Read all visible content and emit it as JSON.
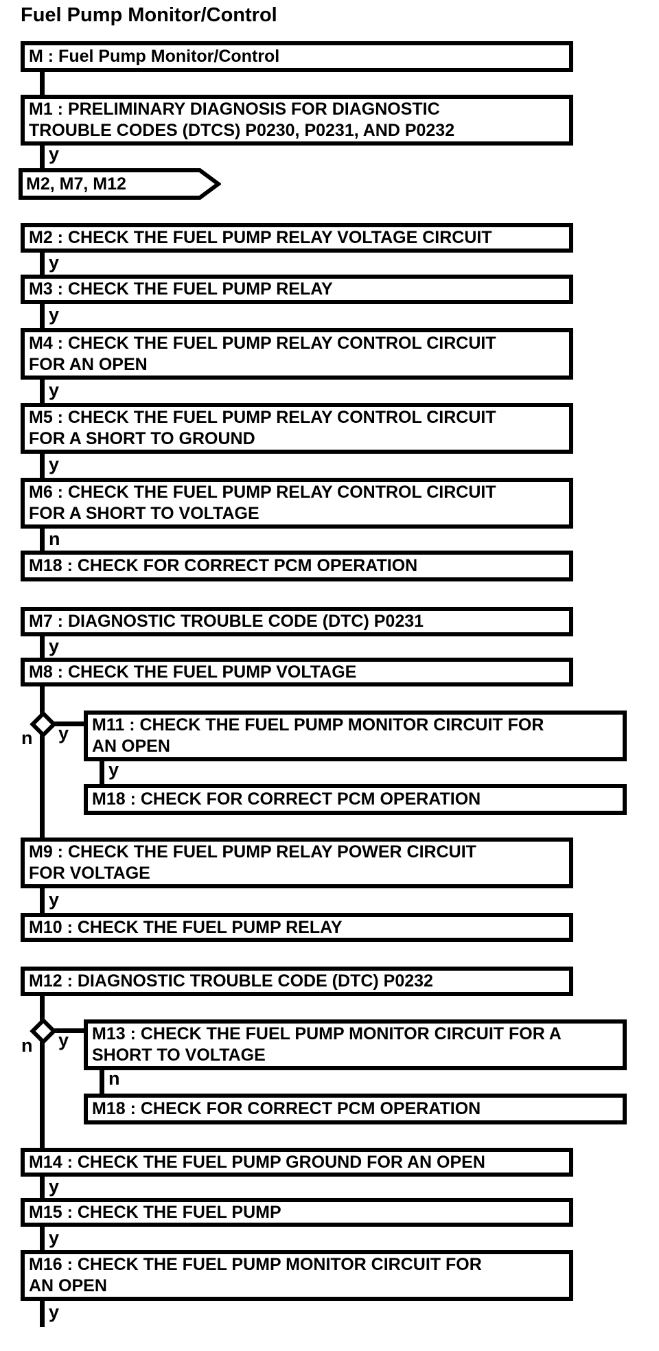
{
  "page": {
    "title": "Fuel Pump Monitor/Control"
  },
  "colors": {
    "ink": "#000000",
    "background": "#ffffff"
  },
  "flowchart": {
    "nodes": {
      "m": "M : Fuel Pump Monitor/Control",
      "m1": "M1 : PRELIMINARY DIAGNOSIS FOR DIAGNOSTIC\nTROUBLE CODES (DTCS) P0230, P0231, AND P0232",
      "ref": "M2, M7, M12",
      "m2": "M2 : CHECK THE FUEL PUMP RELAY VOLTAGE CIRCUIT",
      "m3": "M3 : CHECK THE FUEL PUMP RELAY",
      "m4": "M4 : CHECK THE FUEL PUMP RELAY CONTROL CIRCUIT\nFOR AN OPEN",
      "m5": "M5 : CHECK THE FUEL PUMP RELAY CONTROL CIRCUIT\nFOR A SHORT TO GROUND",
      "m6": "M6 : CHECK THE FUEL PUMP RELAY CONTROL CIRCUIT\nFOR A SHORT TO VOLTAGE",
      "m18a": "M18 : CHECK FOR CORRECT PCM OPERATION",
      "m7": "M7 : DIAGNOSTIC TROUBLE CODE (DTC) P0231",
      "m8": "M8 : CHECK THE FUEL PUMP VOLTAGE",
      "m11": "M11 : CHECK THE FUEL PUMP MONITOR CIRCUIT FOR\nAN OPEN",
      "m18b": "M18 : CHECK FOR CORRECT PCM OPERATION",
      "m9": "M9 : CHECK THE FUEL PUMP RELAY POWER CIRCUIT\nFOR VOLTAGE",
      "m10": "M10 : CHECK THE FUEL PUMP RELAY",
      "m12": "M12 : DIAGNOSTIC TROUBLE CODE (DTC) P0232",
      "m13": "M13 : CHECK THE FUEL PUMP MONITOR CIRCUIT FOR A\nSHORT TO VOLTAGE",
      "m18c": "M18 : CHECK FOR CORRECT PCM OPERATION",
      "m14": "M14 : CHECK THE FUEL PUMP GROUND FOR AN OPEN",
      "m15": "M15 : CHECK THE FUEL PUMP",
      "m16": "M16 : CHECK THE FUEL PUMP MONITOR CIRCUIT FOR\nAN OPEN"
    },
    "labels": {
      "yes": "y",
      "no": "n"
    }
  }
}
